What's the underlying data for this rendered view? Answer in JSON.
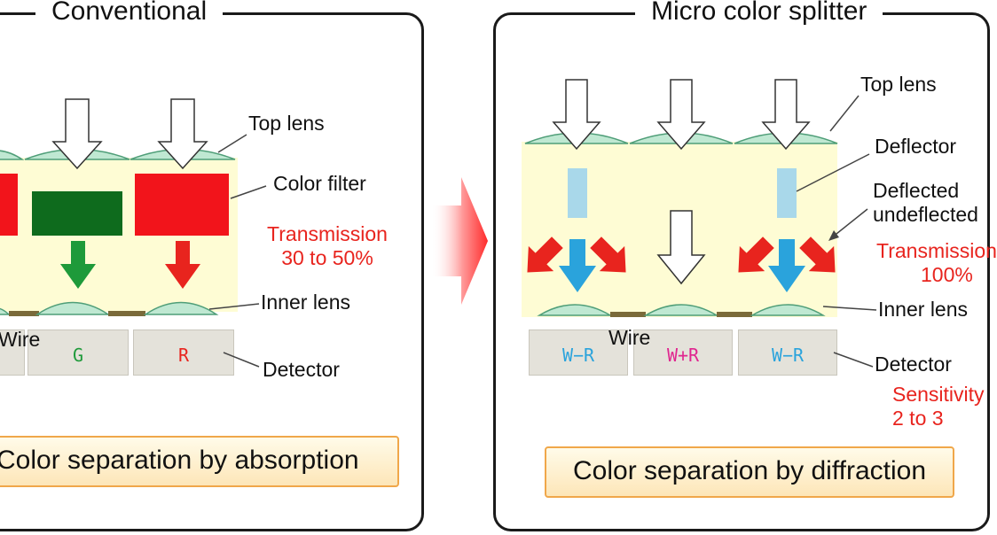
{
  "conventional": {
    "title": "Conventional",
    "top_lens": "Top lens",
    "color_filter": "Color filter",
    "transmission_line1": "Transmission",
    "transmission_line2": "30 to 50%",
    "inner_lens": "Inner lens",
    "wire": "Wire",
    "detector": "Detector",
    "pixel_g": "G",
    "pixel_r": "R",
    "banner": "Color separation by absorption"
  },
  "splitter": {
    "title": "Micro color splitter",
    "top_lens": "Top lens",
    "deflector": "Deflector",
    "deflected_line1": "Deflected",
    "deflected_line2": "undeflected",
    "transmission_line1": "Transmission",
    "transmission_line2": "100%",
    "inner_lens": "Inner lens",
    "wire": "Wire",
    "detector": "Detector",
    "sensitivity_line1": "Sensitivity",
    "sensitivity_line2": "2 to 3",
    "pixel_wr_1": "W−R",
    "pixel_wpr": "W+R",
    "pixel_wr_2": "W−R",
    "banner": "Color separation by diffraction"
  },
  "colors": {
    "red": "#e8241e",
    "green": "#0e6b1d",
    "cyan": "#2aa3dc",
    "magenta": "#e0258f",
    "lens": "#bfe8d2",
    "yellow_bg": "#fefcd4"
  }
}
